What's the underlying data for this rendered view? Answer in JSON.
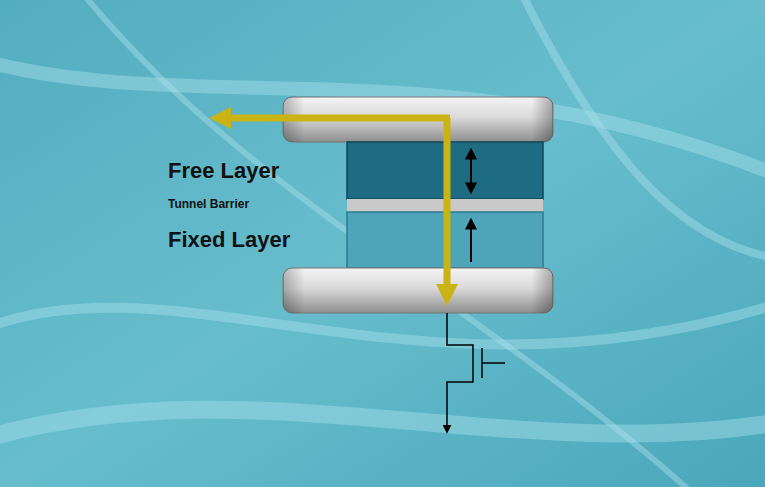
{
  "diagram": {
    "labels": [
      "Free Layer",
      "Tunnel Barrier",
      "Fixed Layer"
    ]
  }
}
